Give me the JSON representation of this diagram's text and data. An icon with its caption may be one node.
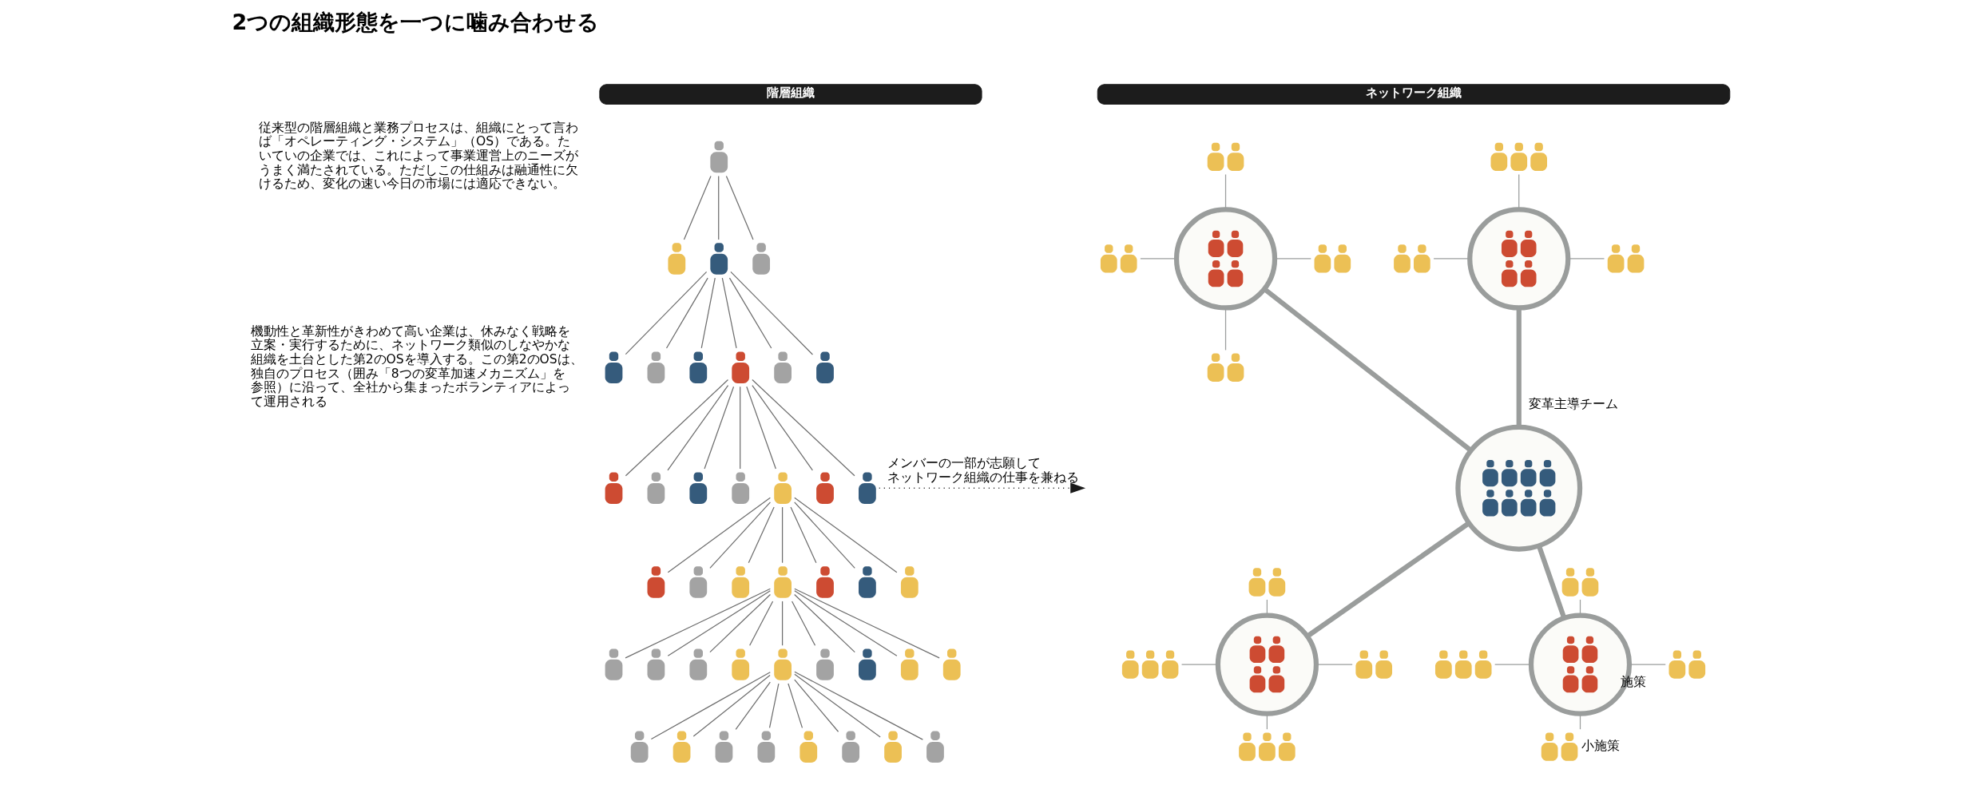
{
  "diagram": {
    "title": "2つの組織形態を一つに噛み合わせる",
    "nodes": [
      {
        "text": [
          "階層組織"
        ]
      },
      {
        "text": [],
        "shape": "person"
      },
      {
        "text": [],
        "shape": "person"
      },
      {
        "text": [],
        "shape": "person"
      },
      {
        "text": [],
        "shape": "person"
      },
      {
        "text": [],
        "shape": "person"
      },
      {
        "text": [],
        "shape": "person"
      },
      {
        "text": [],
        "shape": "person"
      },
      {
        "text": [],
        "shape": "person"
      },
      {
        "text": [],
        "shape": "person"
      },
      {
        "text": [],
        "shape": "person"
      },
      {
        "text": [],
        "shape": "person"
      },
      {
        "text": [],
        "shape": "person"
      },
      {
        "text": [],
        "shape": "person"
      },
      {
        "text": [],
        "shape": "person"
      },
      {
        "text": [],
        "shape": "person"
      },
      {
        "text": [],
        "shape": "person"
      },
      {
        "text": [],
        "shape": "person"
      },
      {
        "text": [],
        "shape": "person"
      },
      {
        "text": [],
        "shape": "person"
      },
      {
        "text": [],
        "shape": "person"
      },
      {
        "text": [],
        "shape": "person"
      },
      {
        "text": [],
        "shape": "person"
      },
      {
        "text": [],
        "shape": "person"
      },
      {
        "text": [],
        "shape": "person"
      },
      {
        "text": [],
        "shape": "person"
      },
      {
        "text": [],
        "shape": "person"
      },
      {
        "text": [],
        "shape": "person"
      },
      {
        "text": [],
        "shape": "person"
      },
      {
        "text": [],
        "shape": "person"
      },
      {
        "text": [],
        "shape": "person"
      },
      {
        "text": [],
        "shape": "person"
      },
      {
        "text": [],
        "shape": "person"
      },
      {
        "text": [],
        "shape": "person"
      },
      {
        "text": [],
        "shape": "person"
      },
      {
        "text": [],
        "shape": "person"
      },
      {
        "text": [],
        "shape": "person"
      },
      {
        "text": [],
        "shape": "person"
      },
      {
        "text": [],
        "shape": "person"
      },
      {
        "text": [],
        "shape": "person"
      },
      {
        "text": [],
        "shape": "person"
      },
      {
        "text": [],
        "shape": "person"
      },
      {
        "text": [
          "ネットワーク組織"
        ]
      },
      {
        "text": [],
        "shape": "person"
      },
      {
        "text": [],
        "shape": "person"
      },
      {
        "text": [],
        "shape": "circle"
      },
      {
        "text": [],
        "shape": "person"
      },
      {
        "text": [],
        "shape": "person"
      },
      {
        "text": [],
        "shape": "person"
      },
      {
        "text": [],
        "shape": "person"
      },
      {
        "text": [],
        "shape": "circle"
      },
      {
        "text": [],
        "shape": "person"
      },
      {
        "text": [],
        "shape": "circle",
        "beside": [
          "変革主導チーム"
        ]
      },
      {
        "text": [],
        "shape": "person"
      },
      {
        "text": [],
        "shape": "person"
      },
      {
        "text": [],
        "shape": "circle"
      },
      {
        "text": [],
        "shape": "person"
      },
      {
        "text": [],
        "shape": "person"
      },
      {
        "text": [],
        "shape": "person"
      },
      {
        "text": [],
        "shape": "person"
      },
      {
        "text": [],
        "shape": "circle",
        "beside": [
          "施策"
        ]
      },
      {
        "text": [],
        "shape": "person"
      },
      {
        "text": [],
        "shape": "person",
        "beside": [
          "小施策"
        ]
      }
    ],
    "edges": [
      {
        "from": 1,
        "to": 2,
        "arrow": "none"
      },
      {
        "from": 1,
        "to": 3,
        "arrow": "none"
      },
      {
        "from": 1,
        "to": 4,
        "arrow": "none"
      },
      {
        "from": 3,
        "to": 5,
        "arrow": "none"
      },
      {
        "from": 3,
        "to": 6,
        "arrow": "none"
      },
      {
        "from": 3,
        "to": 7,
        "arrow": "none"
      },
      {
        "from": 3,
        "to": 8,
        "arrow": "none"
      },
      {
        "from": 3,
        "to": 9,
        "arrow": "none"
      },
      {
        "from": 3,
        "to": 10,
        "arrow": "none"
      },
      {
        "from": 8,
        "to": 11,
        "arrow": "none"
      },
      {
        "from": 8,
        "to": 12,
        "arrow": "none"
      },
      {
        "from": 8,
        "to": 13,
        "arrow": "none"
      },
      {
        "from": 8,
        "to": 14,
        "arrow": "none"
      },
      {
        "from": 8,
        "to": 15,
        "arrow": "none"
      },
      {
        "from": 8,
        "to": 16,
        "arrow": "none"
      },
      {
        "from": 8,
        "to": 17,
        "arrow": "none"
      },
      {
        "from": 15,
        "to": 18,
        "arrow": "none"
      },
      {
        "from": 15,
        "to": 19,
        "arrow": "none"
      },
      {
        "from": 15,
        "to": 20,
        "arrow": "none"
      },
      {
        "from": 15,
        "to": 21,
        "arrow": "none"
      },
      {
        "from": 15,
        "to": 22,
        "arrow": "none"
      },
      {
        "from": 15,
        "to": 23,
        "arrow": "none"
      },
      {
        "from": 15,
        "to": 24,
        "arrow": "none"
      },
      {
        "from": 21,
        "to": 25,
        "arrow": "none"
      },
      {
        "from": 21,
        "to": 26,
        "arrow": "none"
      },
      {
        "from": 21,
        "to": 27,
        "arrow": "none"
      },
      {
        "from": 21,
        "to": 28,
        "arrow": "none"
      },
      {
        "from": 21,
        "to": 29,
        "arrow": "none"
      },
      {
        "from": 21,
        "to": 30,
        "arrow": "none"
      },
      {
        "from": 21,
        "to": 31,
        "arrow": "none"
      },
      {
        "from": 21,
        "to": 32,
        "arrow": "none"
      },
      {
        "from": 21,
        "to": 33,
        "arrow": "none"
      },
      {
        "from": 29,
        "to": 34,
        "arrow": "none"
      },
      {
        "from": 29,
        "to": 35,
        "arrow": "none"
      },
      {
        "from": 29,
        "to": 36,
        "arrow": "none"
      },
      {
        "from": 29,
        "to": 37,
        "arrow": "none"
      },
      {
        "from": 29,
        "to": 38,
        "arrow": "none"
      },
      {
        "from": 29,
        "to": 39,
        "arrow": "none"
      },
      {
        "from": 29,
        "to": 40,
        "arrow": "none"
      },
      {
        "from": 29,
        "to": 41,
        "arrow": "none"
      },
      {
        "from": 17,
        "to": null,
        "arrow": "to",
        "style": "dashed",
        "color": "#1a1a1a",
        "label": "メンバーの一部が志願してネットワーク組織の仕事を兼ねる"
      },
      {
        "from": 43,
        "to": 45,
        "arrow": "none",
        "color": "#9a9d9c"
      },
      {
        "from": 44,
        "to": 45,
        "arrow": "none",
        "color": "#9a9d9c"
      },
      {
        "from": 45,
        "to": 46,
        "arrow": "none",
        "color": "#9a9d9c"
      },
      {
        "from": 45,
        "to": 47,
        "arrow": "none",
        "color": "#9a9d9c"
      },
      {
        "from": 48,
        "to": 50,
        "arrow": "none",
        "color": "#9a9d9c"
      },
      {
        "from": 49,
        "to": 50,
        "arrow": "none",
        "color": "#9a9d9c"
      },
      {
        "from": 50,
        "to": 51,
        "arrow": "none",
        "color": "#9a9d9c"
      },
      {
        "from": 45,
        "to": 52,
        "arrow": "none",
        "style": "thick",
        "color": "#9a9d9c"
      },
      {
        "from": 50,
        "to": 52,
        "arrow": "none",
        "style": "thick",
        "color": "#9a9d9c"
      },
      {
        "from": 52,
        "to": 55,
        "arrow": "none",
        "style": "thick",
        "color": "#9a9d9c"
      },
      {
        "from": 52,
        "to": 60,
        "arrow": "none",
        "style": "thick",
        "color": "#9a9d9c"
      },
      {
        "from": 53,
        "to": 55,
        "arrow": "none",
        "color": "#9a9d9c"
      },
      {
        "from": 54,
        "to": 55,
        "arrow": "none",
        "color": "#9a9d9c"
      },
      {
        "from": 55,
        "to": 56,
        "arrow": "none",
        "color": "#9a9d9c"
      },
      {
        "from": 55,
        "to": 57,
        "arrow": "none",
        "color": "#9a9d9c"
      },
      {
        "from": 58,
        "to": 60,
        "arrow": "none",
        "color": "#9a9d9c"
      },
      {
        "from": 59,
        "to": 60,
        "arrow": "none",
        "color": "#9a9d9c"
      },
      {
        "from": 60,
        "to": 61,
        "arrow": "none",
        "color": "#9a9d9c"
      },
      {
        "from": 60,
        "to": 62,
        "arrow": "none",
        "color": "#9a9d9c"
      }
    ],
    "labels": [
      "従来型の階層組織と業務プロセスは、組織にとって言わば「オペレーティング・システム」（OS）である。たいていの企業では、これによって事業運営上のニーズがうまく満たされている。ただしこの仕組みは融通性に欠けるため、変化の速い今日の市場には適応できない。",
      "機動性と革新性がきわめて高い企業は、休みなく戦略を立案・実行するために、ネットワーク類似のしなやかな組織を土台とした第2のOSを導入する。この第2のOSは、独自のプロセス（囲み「8つの変革加速メカニズム」を参照）に沿って、全社から集まったボランティアによって運用される"
    ]
  }
}
